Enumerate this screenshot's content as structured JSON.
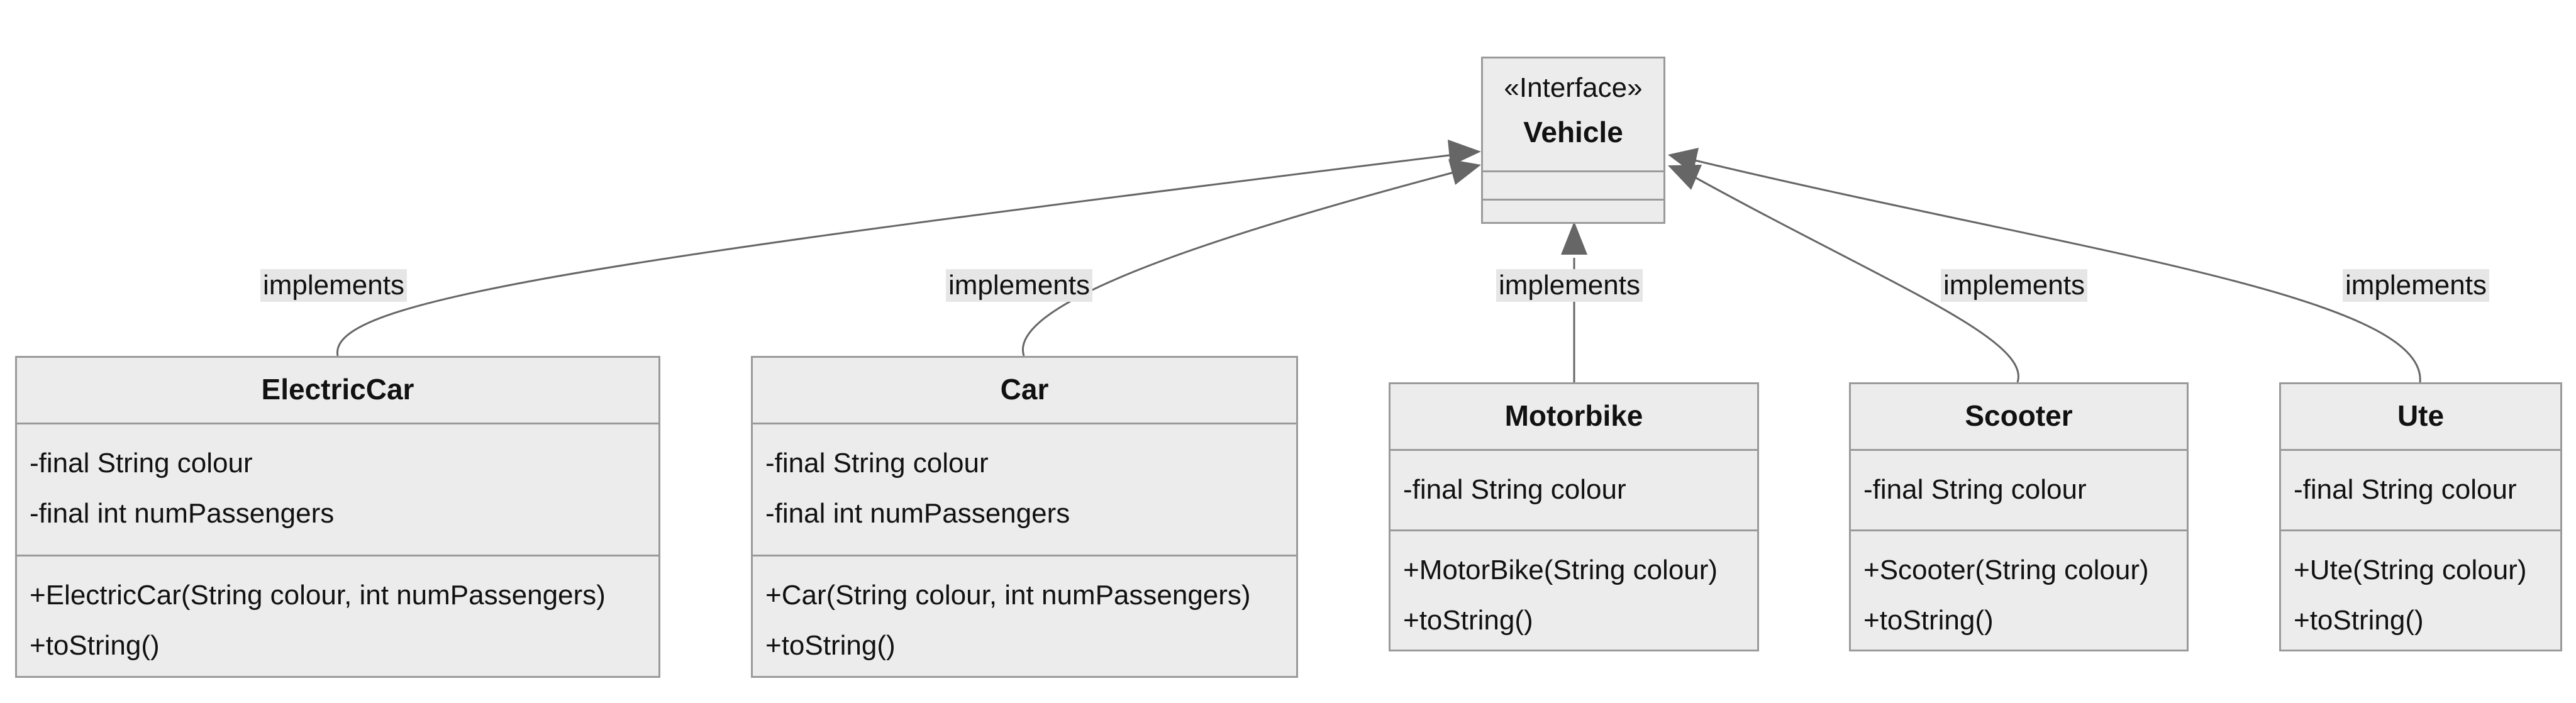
{
  "interface": {
    "stereotype": "«Interface»",
    "name": "Vehicle"
  },
  "classes": [
    {
      "name": "ElectricCar",
      "attributes": [
        "-final String colour",
        "-final int numPassengers"
      ],
      "methods": [
        "+ElectricCar(String colour, int numPassengers)",
        "+toString()"
      ]
    },
    {
      "name": "Car",
      "attributes": [
        "-final String colour",
        "-final int numPassengers"
      ],
      "methods": [
        "+Car(String colour, int numPassengers)",
        "+toString()"
      ]
    },
    {
      "name": "Motorbike",
      "attributes": [
        "-final String colour"
      ],
      "methods": [
        "+MotorBike(String colour)",
        "+toString()"
      ]
    },
    {
      "name": "Scooter",
      "attributes": [
        "-final String colour"
      ],
      "methods": [
        "+Scooter(String colour)",
        "+toString()"
      ]
    },
    {
      "name": "Ute",
      "attributes": [
        "-final String colour"
      ],
      "methods": [
        "+Ute(String colour)",
        "+toString()"
      ]
    }
  ],
  "relations": [
    {
      "from": "ElectricCar",
      "to": "Vehicle",
      "label": "implements"
    },
    {
      "from": "Car",
      "to": "Vehicle",
      "label": "implements"
    },
    {
      "from": "Motorbike",
      "to": "Vehicle",
      "label": "implements"
    },
    {
      "from": "Scooter",
      "to": "Vehicle",
      "label": "implements"
    },
    {
      "from": "Ute",
      "to": "Vehicle",
      "label": "implements"
    }
  ],
  "colors": {
    "box_fill": "#ececec",
    "box_border": "#9a9a9a",
    "edge": "#666666",
    "label_bg": "#e6e6e6"
  }
}
